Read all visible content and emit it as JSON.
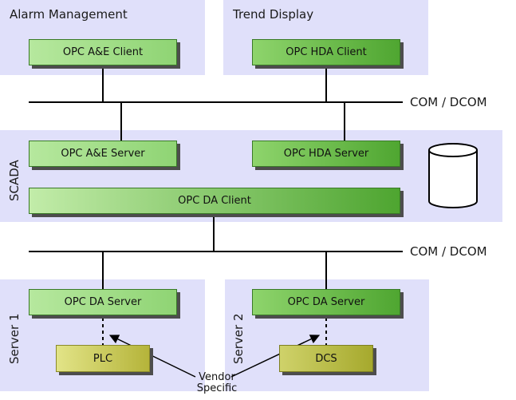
{
  "panels": {
    "alarm_title": "Alarm Management",
    "trend_title": "Trend Display",
    "scada_title": "SCADA",
    "server1_title": "Server 1",
    "server2_title": "Server 2"
  },
  "boxes": {
    "ae_client": "OPC A&E Client",
    "hda_client": "OPC HDA Client",
    "ae_server": "OPC A&E Server",
    "hda_server": "OPC HDA Server",
    "da_client": "OPC DA Client",
    "da_server_1": "OPC DA Server",
    "da_server_2": "OPC DA Server",
    "plc": "PLC",
    "dcs": "DCS"
  },
  "buses": {
    "top": "COM / DCOM",
    "bottom": "COM / DCOM"
  },
  "annotation": {
    "line1": "Vendor",
    "line2": "Specific"
  },
  "icons": {
    "database": "database-cylinder-icon"
  }
}
